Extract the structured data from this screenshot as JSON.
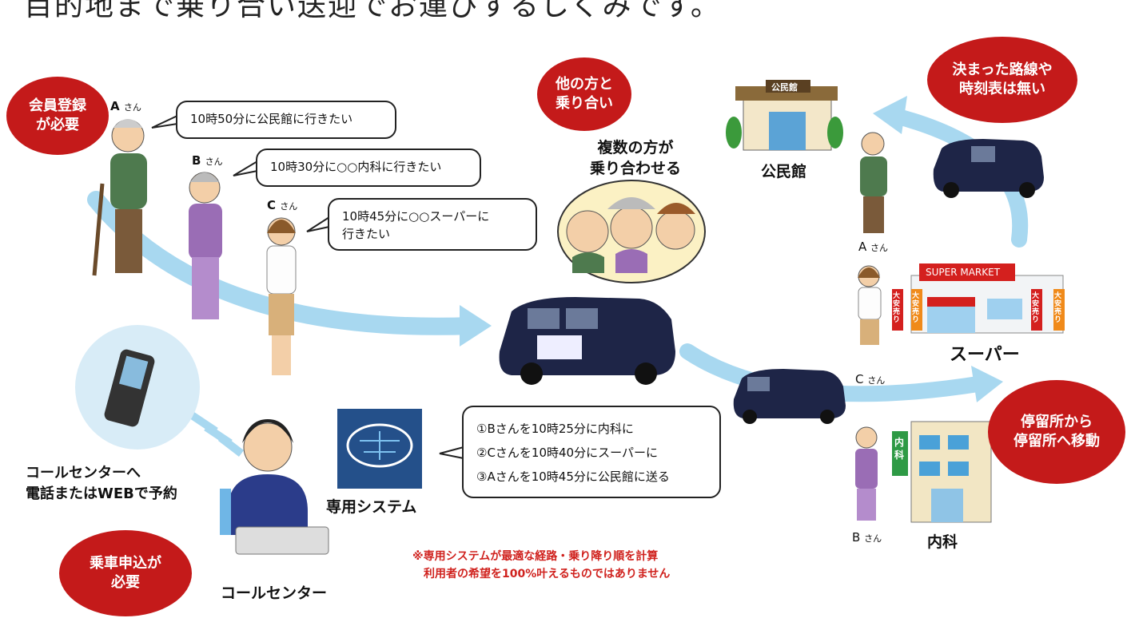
{
  "headline": "目的地まで乗り合い送迎でお運びするしくみです。",
  "callouts": {
    "member": "会員登録\nが必要",
    "share": "他の方と\n乗り合い",
    "no_route": "決まった路線や\n時刻表は無い",
    "stop": "停留所から\n停留所へ移動",
    "apply": "乗車申込が\n必要"
  },
  "persons": {
    "a": {
      "name": "A",
      "suffix": "さん"
    },
    "b": {
      "name": "B",
      "suffix": "さん"
    },
    "c": {
      "name": "C",
      "suffix": "さん"
    }
  },
  "requests": {
    "a": "10時50分に公民館に行きたい",
    "b": "10時30分に○○内科に行きたい",
    "c_line1": "10時45分に○○スーパーに",
    "c_line2": "行きたい"
  },
  "rideshare": {
    "line1": "複数の方が",
    "line2": "乗り合わせる"
  },
  "places": {
    "community_center": "公民館",
    "community_sign": "公民館",
    "supermarket": "スーパー",
    "super_sign": "SUPER MARKET",
    "sale_flag": "大安売り",
    "clinic": "内科",
    "clinic_sign": "内科"
  },
  "call_center": {
    "instruction_line1": "コールセンターへ",
    "instruction_line2": "電話またはWEBで予約",
    "label": "コールセンター"
  },
  "system": {
    "label": "専用システム",
    "schedule": [
      "①Bさんを10時25分に内科に",
      "②Cさんを10時40分にスーパーに",
      "③Aさんを10時45分に公民館に送る"
    ]
  },
  "note": {
    "line1": "※専用システムが最適な経路・乗り降り順を計算",
    "line2": "利用者の希望を100%叶えるものではありません"
  },
  "colors": {
    "accent_red": "#c41a1a",
    "route_blue": "#9fd4ee",
    "taxi_navy": "#1e2547",
    "note_red": "#d0221e"
  }
}
